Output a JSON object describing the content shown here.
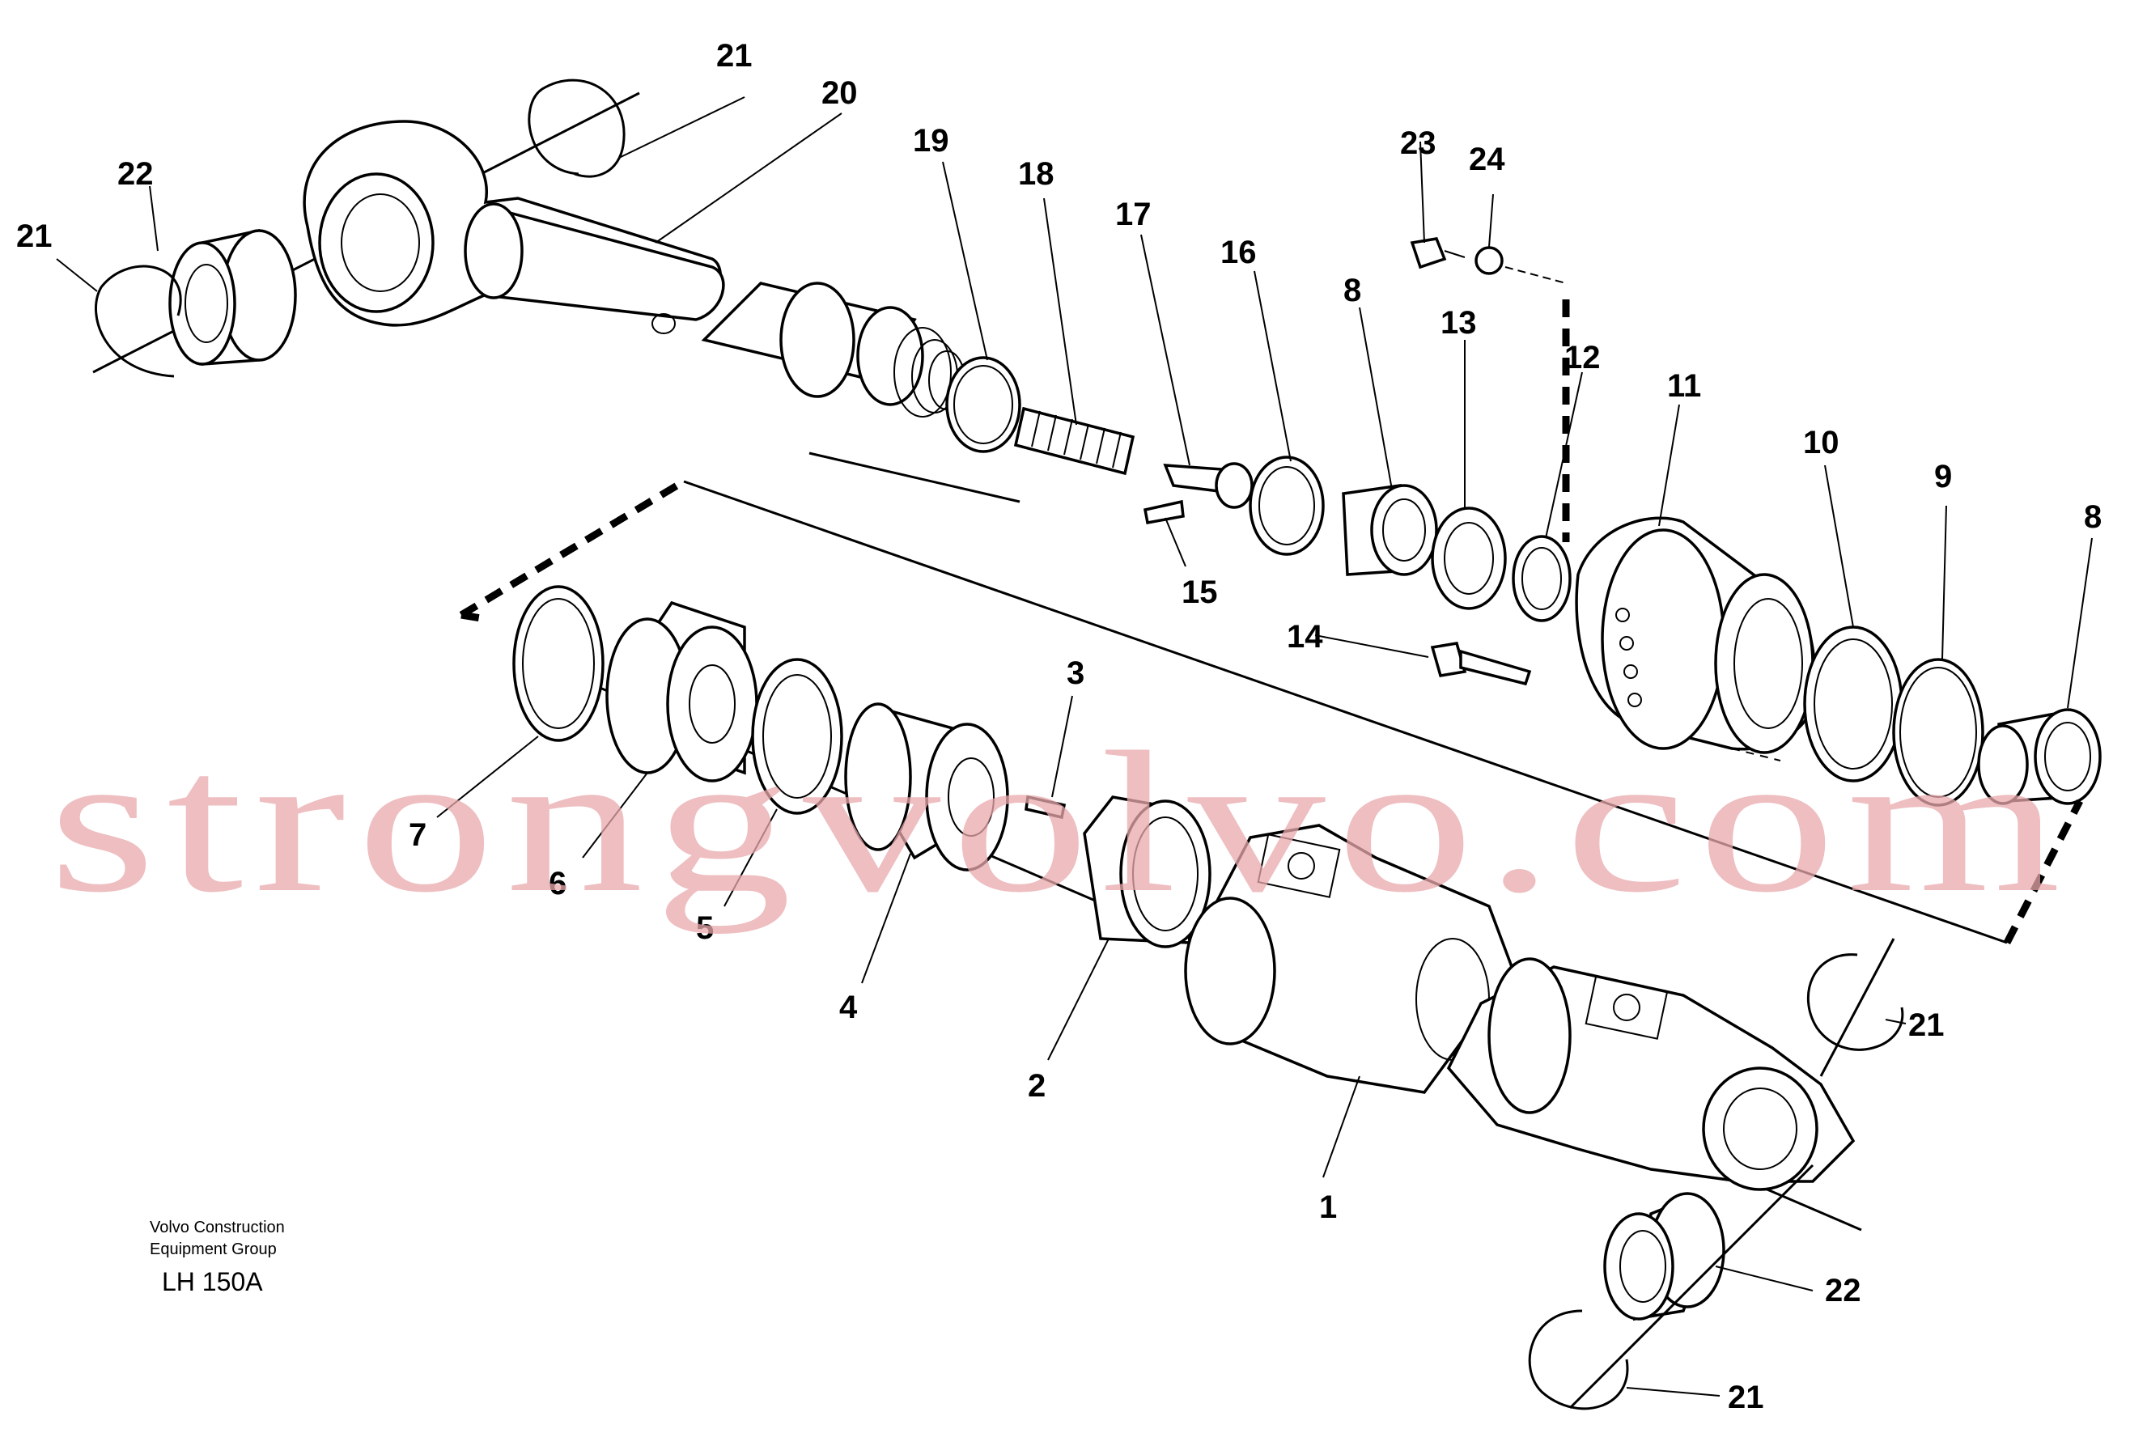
{
  "labels": {
    "l1": "1",
    "l2": "2",
    "l3": "3",
    "l4": "4",
    "l5": "5",
    "l6": "6",
    "l7": "7",
    "l8a": "8",
    "l8b": "8",
    "l9": "9",
    "l10": "10",
    "l11": "11",
    "l12": "12",
    "l13": "13",
    "l14": "14",
    "l15": "15",
    "l16": "16",
    "l17": "17",
    "l18": "18",
    "l19": "19",
    "l20": "20",
    "l21a": "21",
    "l21b": "21",
    "l21c": "21",
    "l21d": "21",
    "l22a": "22",
    "l22b": "22",
    "l23": "23",
    "l24": "24"
  },
  "caption": {
    "company_line1": "Volvo Construction",
    "company_line2": "Equipment Group",
    "model": "LH 150A"
  },
  "watermark": "strongvolvo.com",
  "colors": {
    "ink": "#000000",
    "watermark": "#e8a8ac",
    "background": "#ffffff"
  }
}
